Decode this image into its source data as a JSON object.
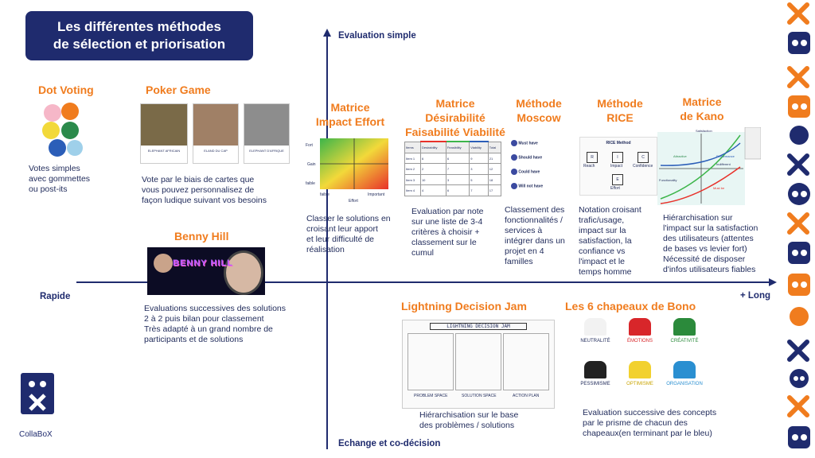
{
  "title": {
    "line1": "Les différentes méthodes",
    "line2": "de sélection et priorisation"
  },
  "axes": {
    "top": "Evaluation simple",
    "bottom": "Echange et co-décision",
    "left": "Rapide",
    "right": "+ Long"
  },
  "methods": {
    "dot_voting": {
      "title": "Dot Voting",
      "desc": [
        "Votes simples",
        "avec gommettes",
        "ou post-its"
      ]
    },
    "poker_game": {
      "title": "Poker Game",
      "desc": [
        "Vote par le biais de cartes que",
        "vous pouvez personnalisez de",
        "façon ludique suivant vos besoins"
      ]
    },
    "benny_hill": {
      "title": "Benny Hill",
      "desc": [
        "Evaluations successives des solutions",
        "2 à 2 puis bilan pour classement",
        "Très adapté à un grand nombre de",
        "participants et de solutions"
      ]
    },
    "impact_effort": {
      "title": [
        "Matrice",
        "Impact Effort"
      ],
      "desc": [
        "Classer le solutions en",
        "croisant leur apport",
        "et leur difficulté de",
        "réalisation"
      ]
    },
    "dfv": {
      "title": [
        "Matrice",
        "Désirabilité",
        "Faisabilité Viabilité"
      ],
      "desc": [
        "Evaluation par note",
        "sur une liste de 3-4",
        "critères à choisir +",
        "classement sur le",
        "cumul"
      ]
    },
    "moscow": {
      "title": [
        "Méthode",
        "Moscow"
      ],
      "desc": [
        "Classement des",
        "fonctionnalités /",
        "services à",
        "intégrer dans un",
        "projet en 4",
        "familles"
      ]
    },
    "rice": {
      "title": [
        "Méthode",
        "RICE"
      ],
      "desc": [
        "Notation croisant",
        "trafic/usage,",
        "impact sur la",
        "satisfaction, la",
        "confiance vs",
        "l'impact et le",
        "temps homme"
      ]
    },
    "kano": {
      "title": [
        "Matrice",
        "de Kano"
      ],
      "desc": [
        "Hiérarchisation sur",
        "l'impact sur la satisfaction",
        "des utilisateurs (attentes",
        "de bases vs levier fort)",
        "Nécessité de disposer",
        "d'infos utilisateurs fiables"
      ]
    },
    "ldj": {
      "title": "Lightning Decision Jam",
      "desc": [
        "Hiérarchisation sur le base",
        "des problèmes / solutions"
      ]
    },
    "bono": {
      "title": "Les 6 chapeaux de Bono",
      "desc": [
        "Evaluation successive des concepts",
        "par le prisme de chacun des",
        "chapeaux(en terminant par le bleu)"
      ]
    }
  },
  "images": {
    "poker_cards": [
      "ELEPHANT AFRICAIN",
      "ELAND DU CAP",
      "ELEPHANT D'AFRIQUE"
    ],
    "benny_logo": "BENNY HILL",
    "ie_axes": {
      "y_top": "Fort",
      "y_mid": "Gain",
      "y_bottom": "faible",
      "x_left": "faible",
      "x_mid": "Effort",
      "x_right": "Important"
    },
    "dfv_headers": [
      "Items",
      "Desirability",
      "Feasibility",
      "Viability",
      "Total"
    ],
    "dfv_rows": [
      [
        "Item 1",
        "6",
        "6",
        "9",
        "21"
      ],
      [
        "Item 2",
        "2",
        "7",
        "3",
        "12"
      ],
      [
        "Item 3",
        "10",
        "3",
        "5",
        "18"
      ],
      [
        "Item 4",
        "4",
        "6",
        "7",
        "17"
      ]
    ],
    "moscow_items": [
      "Must have",
      "Should have",
      "Could have",
      "Will not have"
    ],
    "rice_title": "RICE Method",
    "rice_items": [
      "R",
      "I",
      "C",
      "E"
    ],
    "rice_labels": [
      "Reach",
      "Impact",
      "Confidence",
      "Effort"
    ],
    "kano_labels": [
      "Satisfaction",
      "Attractive",
      "Performance",
      "Indifferent",
      "Must be",
      "Functionality"
    ],
    "ldj_title": "LIGHTNING DECISION JAM",
    "ldj_cols": [
      "PROBLEM SPACE",
      "SOLUTION SPACE",
      "ACTION PLAN"
    ],
    "bono_hats": [
      "NEUTRALITÉ",
      "ÉMOTIONS",
      "CRÉATIVITÉ",
      "PESSIMISME",
      "OPTIMISME",
      "ORGANISATION"
    ]
  },
  "brand": "CollaBoX",
  "colors": {
    "navy": "#1f2b6e",
    "orange": "#f07c1e"
  }
}
